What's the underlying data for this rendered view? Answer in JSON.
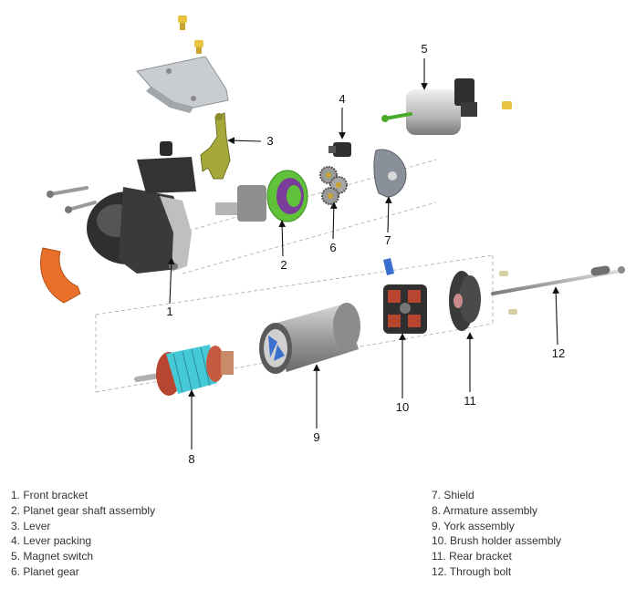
{
  "callouts": [
    "1",
    "2",
    "3",
    "4",
    "5",
    "6",
    "7",
    "8",
    "9",
    "10",
    "11",
    "12"
  ],
  "legend": {
    "left": [
      "1. Front bracket",
      "2. Planet gear shaft assembly",
      "3. Lever",
      "4. Lever packing",
      "5. Magnet switch",
      "6. Planet gear"
    ],
    "right": [
      "7. Shield",
      "8. Armature assembly",
      "9. York assembly",
      "10. Brush holder assembly",
      "11. Rear bracket",
      "12. Through bolt"
    ]
  },
  "colors": {
    "housing": "#3a3a3a",
    "cover_plate": "#c9cdd2",
    "lever": "#a7a83a",
    "gear_green": "#5fc23a",
    "gear_purple": "#7a3d9a",
    "armature": "#46c9d6",
    "copper": "#b8452f",
    "packing": "#e8702a",
    "yoke": "#9c9c9c"
  }
}
